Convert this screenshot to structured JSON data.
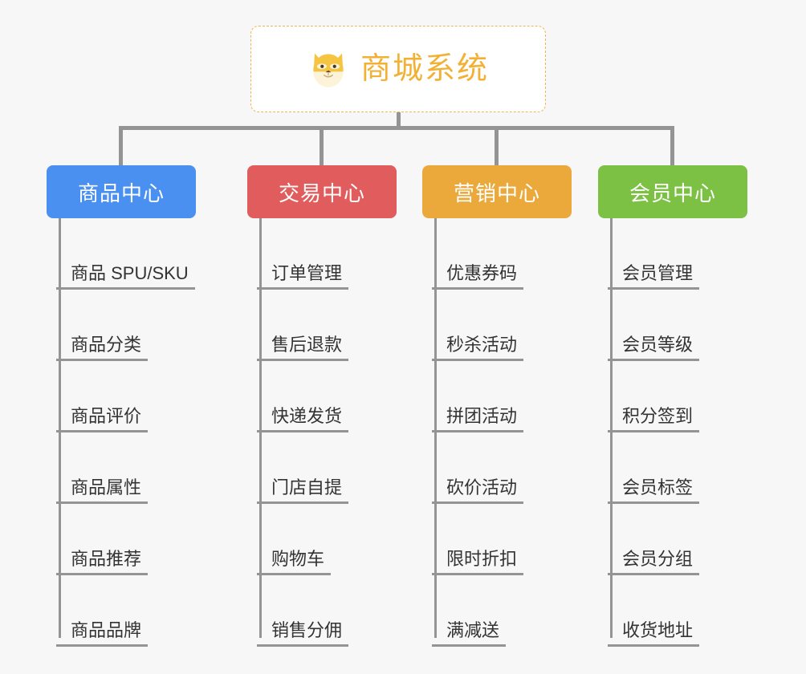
{
  "root": {
    "title": "商城系统",
    "icon": "shiba-dog-face-icon",
    "border_color": "#f0b550",
    "text_color": "#f2b134"
  },
  "connector_color": "#949494",
  "background_color": "#f7f7f7",
  "columns": [
    {
      "header": "商品中心",
      "color": "#4a90f0",
      "items": [
        "商品 SPU/SKU",
        "商品分类",
        "商品评价",
        "商品属性",
        "商品推荐",
        "商品品牌"
      ]
    },
    {
      "header": "交易中心",
      "color": "#e15c5c",
      "items": [
        "订单管理",
        "售后退款",
        "快递发货",
        "门店自提",
        "购物车",
        "销售分佣"
      ]
    },
    {
      "header": "营销中心",
      "color": "#eaa93a",
      "items": [
        "优惠券码",
        "秒杀活动",
        "拼团活动",
        "砍价活动",
        "限时折扣",
        "满减送"
      ]
    },
    {
      "header": "会员中心",
      "color": "#7cc144",
      "items": [
        "会员管理",
        "会员等级",
        "积分签到",
        "会员标签",
        "会员分组",
        "收货地址"
      ]
    }
  ]
}
